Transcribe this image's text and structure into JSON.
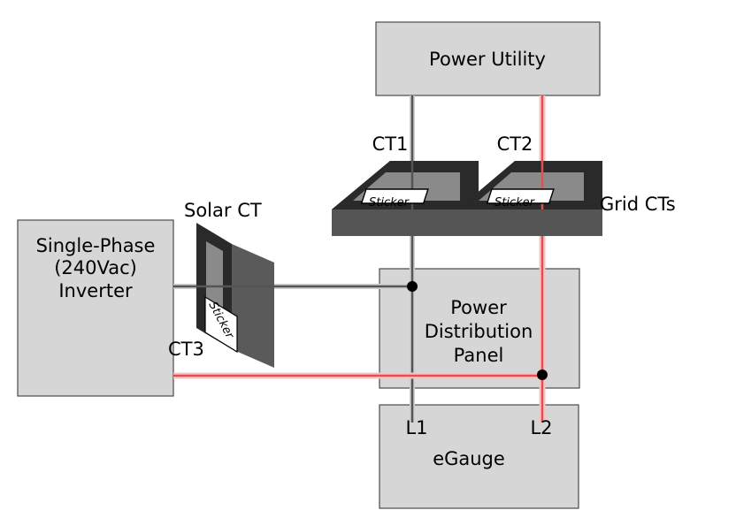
{
  "boxes": {
    "power_utility": "Power Utility",
    "inverter": [
      "Single-Phase",
      "(240Vac)",
      "Inverter"
    ],
    "panel": [
      "Power",
      "Distribution",
      "Panel"
    ],
    "egauge": "eGauge"
  },
  "labels": {
    "ct1": "CT1",
    "ct2": "CT2",
    "ct3": "CT3",
    "solar_ct": "Solar CT",
    "grid_cts": "Grid CTs",
    "l1": "L1",
    "l2": "L2"
  },
  "sticker": "Sticker",
  "colors": {
    "line_l1": "#555555",
    "line_l2": "#e05050",
    "ct_body": "#3a3a3a",
    "box_fill": "#d6d6d6"
  }
}
